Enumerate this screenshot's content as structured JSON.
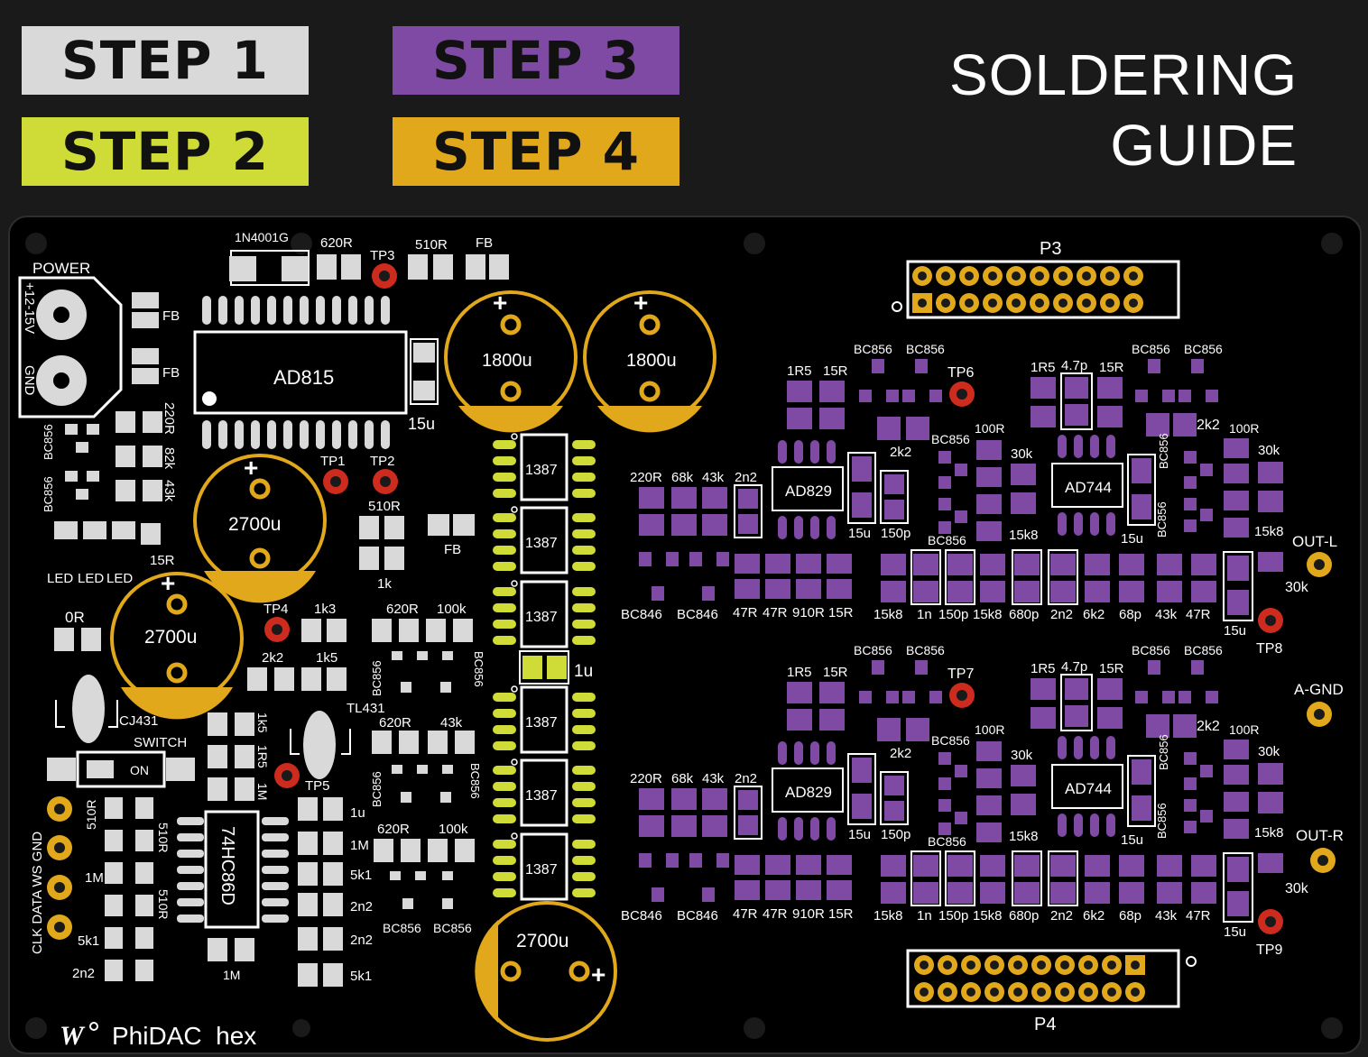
{
  "legend": {
    "step1": {
      "label": "STEP 1",
      "color": "#d9d9d9"
    },
    "step2": {
      "label": "STEP 2",
      "color": "#cfdb36"
    },
    "step3": {
      "label": "STEP 3",
      "color": "#7e4aa3"
    },
    "step4": {
      "label": "STEP 4",
      "color": "#e0a81a"
    }
  },
  "title": {
    "line1": "SOLDERING",
    "line2": "GUIDE"
  },
  "board": {
    "brand": "PhiDAC  hex",
    "power": "POWER",
    "power_plus": "+12-15V",
    "power_gnd": "GND",
    "diode": "1N4001G",
    "ic_ad815": "AD815",
    "ic_74hc86d": "74HC86D",
    "ic_1387": "1387",
    "ic_ad829": "AD829",
    "ic_ad744": "AD744",
    "cap_1800u": "1800u",
    "cap_2700u": "2700u",
    "tp1": "TP1",
    "tp2": "TP2",
    "tp3": "TP3",
    "tp4": "TP4",
    "tp5": "TP5",
    "tp6": "TP6",
    "tp7": "TP7",
    "tp8": "TP8",
    "tp9": "TP9",
    "p3": "P3",
    "p4": "P4",
    "out_l": "OUT-L",
    "out_r": "OUT-R",
    "a_gnd": "A-GND",
    "switch": "SWITCH",
    "switch_on": "ON",
    "cj431": "CJ431",
    "tl431": "TL431",
    "io_labels": "CLK DATA WS GND",
    "led": "LED",
    "r620": "620R",
    "r510": "510R",
    "fb": "FB",
    "c15u": "15u",
    "c1u": "1u",
    "r220": "220R",
    "r82k": "82k",
    "r43k": "43k",
    "r15r": "15R",
    "r0": "0R",
    "r1k": "1k",
    "r1k3": "1k3",
    "r1k5": "1k5",
    "r2k2": "2k2",
    "r100k": "100k",
    "r1M": "1M",
    "r5k1": "5k1",
    "c2n2": "2n2",
    "r1R5": "1R5",
    "c4_7p": "4.7p",
    "r68k": "68k",
    "r100r": "100R",
    "r30k": "30k",
    "r15k8": "15k8",
    "c150p": "150p",
    "c1n": "1n",
    "c680p": "680p",
    "r6k2": "6k2",
    "c68p": "68p",
    "r47r": "47R",
    "r910r": "910R",
    "r1k5b": "1k5",
    "r1r5b": "1R5",
    "bc856": "BC856",
    "bc846": "BC846"
  }
}
